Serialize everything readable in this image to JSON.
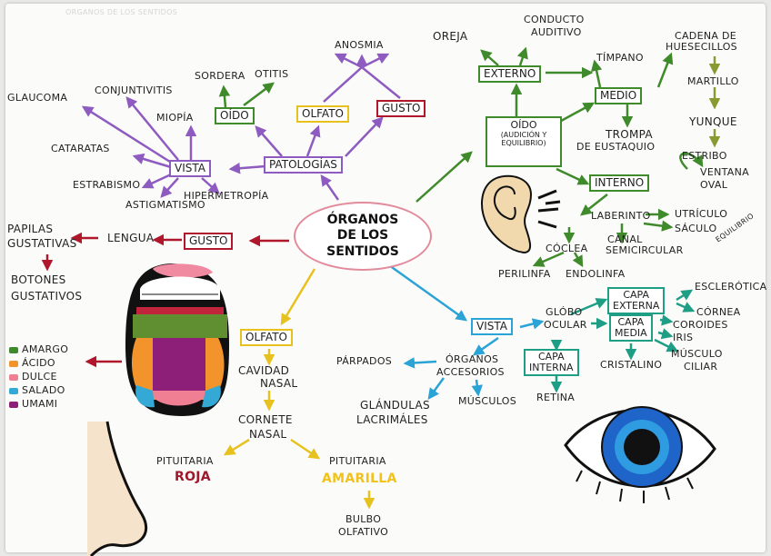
{
  "watermark": "ORGANOS DE LOS SENTIDOS",
  "center": {
    "line1": "ÓRGANOS",
    "line2": "DE LOS",
    "line3": "SENTIDOS"
  },
  "colors": {
    "purple": "#8e5bc0",
    "green": "#3f8a2a",
    "red": "#b0172b",
    "yellow": "#e7c21e",
    "blue": "#2aa3d6",
    "teal": "#1f9e86",
    "pink": "#e28b9a"
  },
  "patologias": {
    "title": "PATOLOGÍAS",
    "oido": "OÍDO",
    "sordera": "SORDERA",
    "otitis": "OTITIS",
    "olfato": "OLFATO",
    "anosmia": "ANOSMIA",
    "gusto": "GUSTO",
    "vista": "VISTA",
    "glaucoma": "GLAUCOMA",
    "conjuntivitis": "CONJUNTIVITIS",
    "miopia": "MIOPÍA",
    "cataratas": "CATARATAS",
    "estrabismo": "ESTRABISMO",
    "astigmatismo": "ASTIGMATISMO",
    "hipermetropia": "HIPERMETROPÍA"
  },
  "oido_branch": {
    "oido": "OÍDO",
    "oido_sub": "(AUDICIÓN Y EQUILIBRIO)",
    "externo": "EXTERNO",
    "oreja": "OREJA",
    "conducto": "CONDUCTO",
    "auditivo": "AUDITIVO",
    "medio": "MEDIO",
    "timpano": "TÍMPANO",
    "trompa": "TROMPA",
    "eustaquio": "DE EUSTAQUIO",
    "cadena": "CADENA DE",
    "huesecillos": "HUESECILLOS",
    "martillo": "MARTILLO",
    "yunque": "YUNQUE",
    "estribo": "ESTRIBO",
    "ventana": "VENTANA",
    "oval": "OVAL",
    "interno": "INTERNO",
    "laberinto": "LABERINTO",
    "utriculo": "UTRÍCULO",
    "saculo": "SÁCULO",
    "equilibrio": "EQUILIBRIO",
    "coclea": "CÓCLEA",
    "canal": "CANAL",
    "semicircular": "SEMICIRCULAR",
    "perilinfa": "PERILINFA",
    "endolinfa": "ENDOLINFA"
  },
  "gusto_branch": {
    "gusto": "GUSTO",
    "lengua": "LENGUA",
    "papilas": "PAPILAS",
    "gustativas": "GUSTATIVAS",
    "botones": "BOTONES",
    "gustativos": "GUSTATIVOS",
    "legend": [
      {
        "label": "AMARGO",
        "color": "#3f8a2a"
      },
      {
        "label": "ÁCIDO",
        "color": "#f2932b"
      },
      {
        "label": "DULCE",
        "color": "#f07f93"
      },
      {
        "label": "SALADO",
        "color": "#34a9d6"
      },
      {
        "label": "UMAMI",
        "color": "#8e1f78"
      }
    ]
  },
  "olfato_branch": {
    "olfato": "OLFATO",
    "cavidad": "CAVIDAD",
    "nasal": "NASAL",
    "cornete": "CORNETE",
    "nasal2": "NASAL",
    "pituitaria": "PITUITARIA",
    "roja": "ROJA",
    "pituitaria2": "PITUITARIA",
    "amarilla": "AMARILLA",
    "bulbo": "BULBO",
    "olfativo": "OLFATIVO"
  },
  "vista_branch": {
    "vista": "VISTA",
    "globo": "GLÓBO",
    "ocular": "OCULAR",
    "capa_externa1": "CAPA",
    "capa_externa2": "EXTERNA",
    "esclerotica": "ESCLERÓTICA",
    "cornea": "CÓRNEA",
    "capa_media1": "CAPA",
    "capa_media2": "MEDIA",
    "coroides": "COROIDES",
    "iris": "IRIS",
    "musculo": "MÚSCULO",
    "ciliar": "CILIAR",
    "cristalino": "CRISTALINO",
    "capa_interna1": "CAPA",
    "capa_interna2": "INTERNA",
    "retina": "RETINA",
    "organos": "ÓRGANOS",
    "accesorios": "ACCESORIOS",
    "parpados": "PÁRPADOS",
    "glandulas": "GLÁNDULAS",
    "lacrimales": "LACRIMÁLES",
    "musculos": "MÚSCULOS"
  }
}
